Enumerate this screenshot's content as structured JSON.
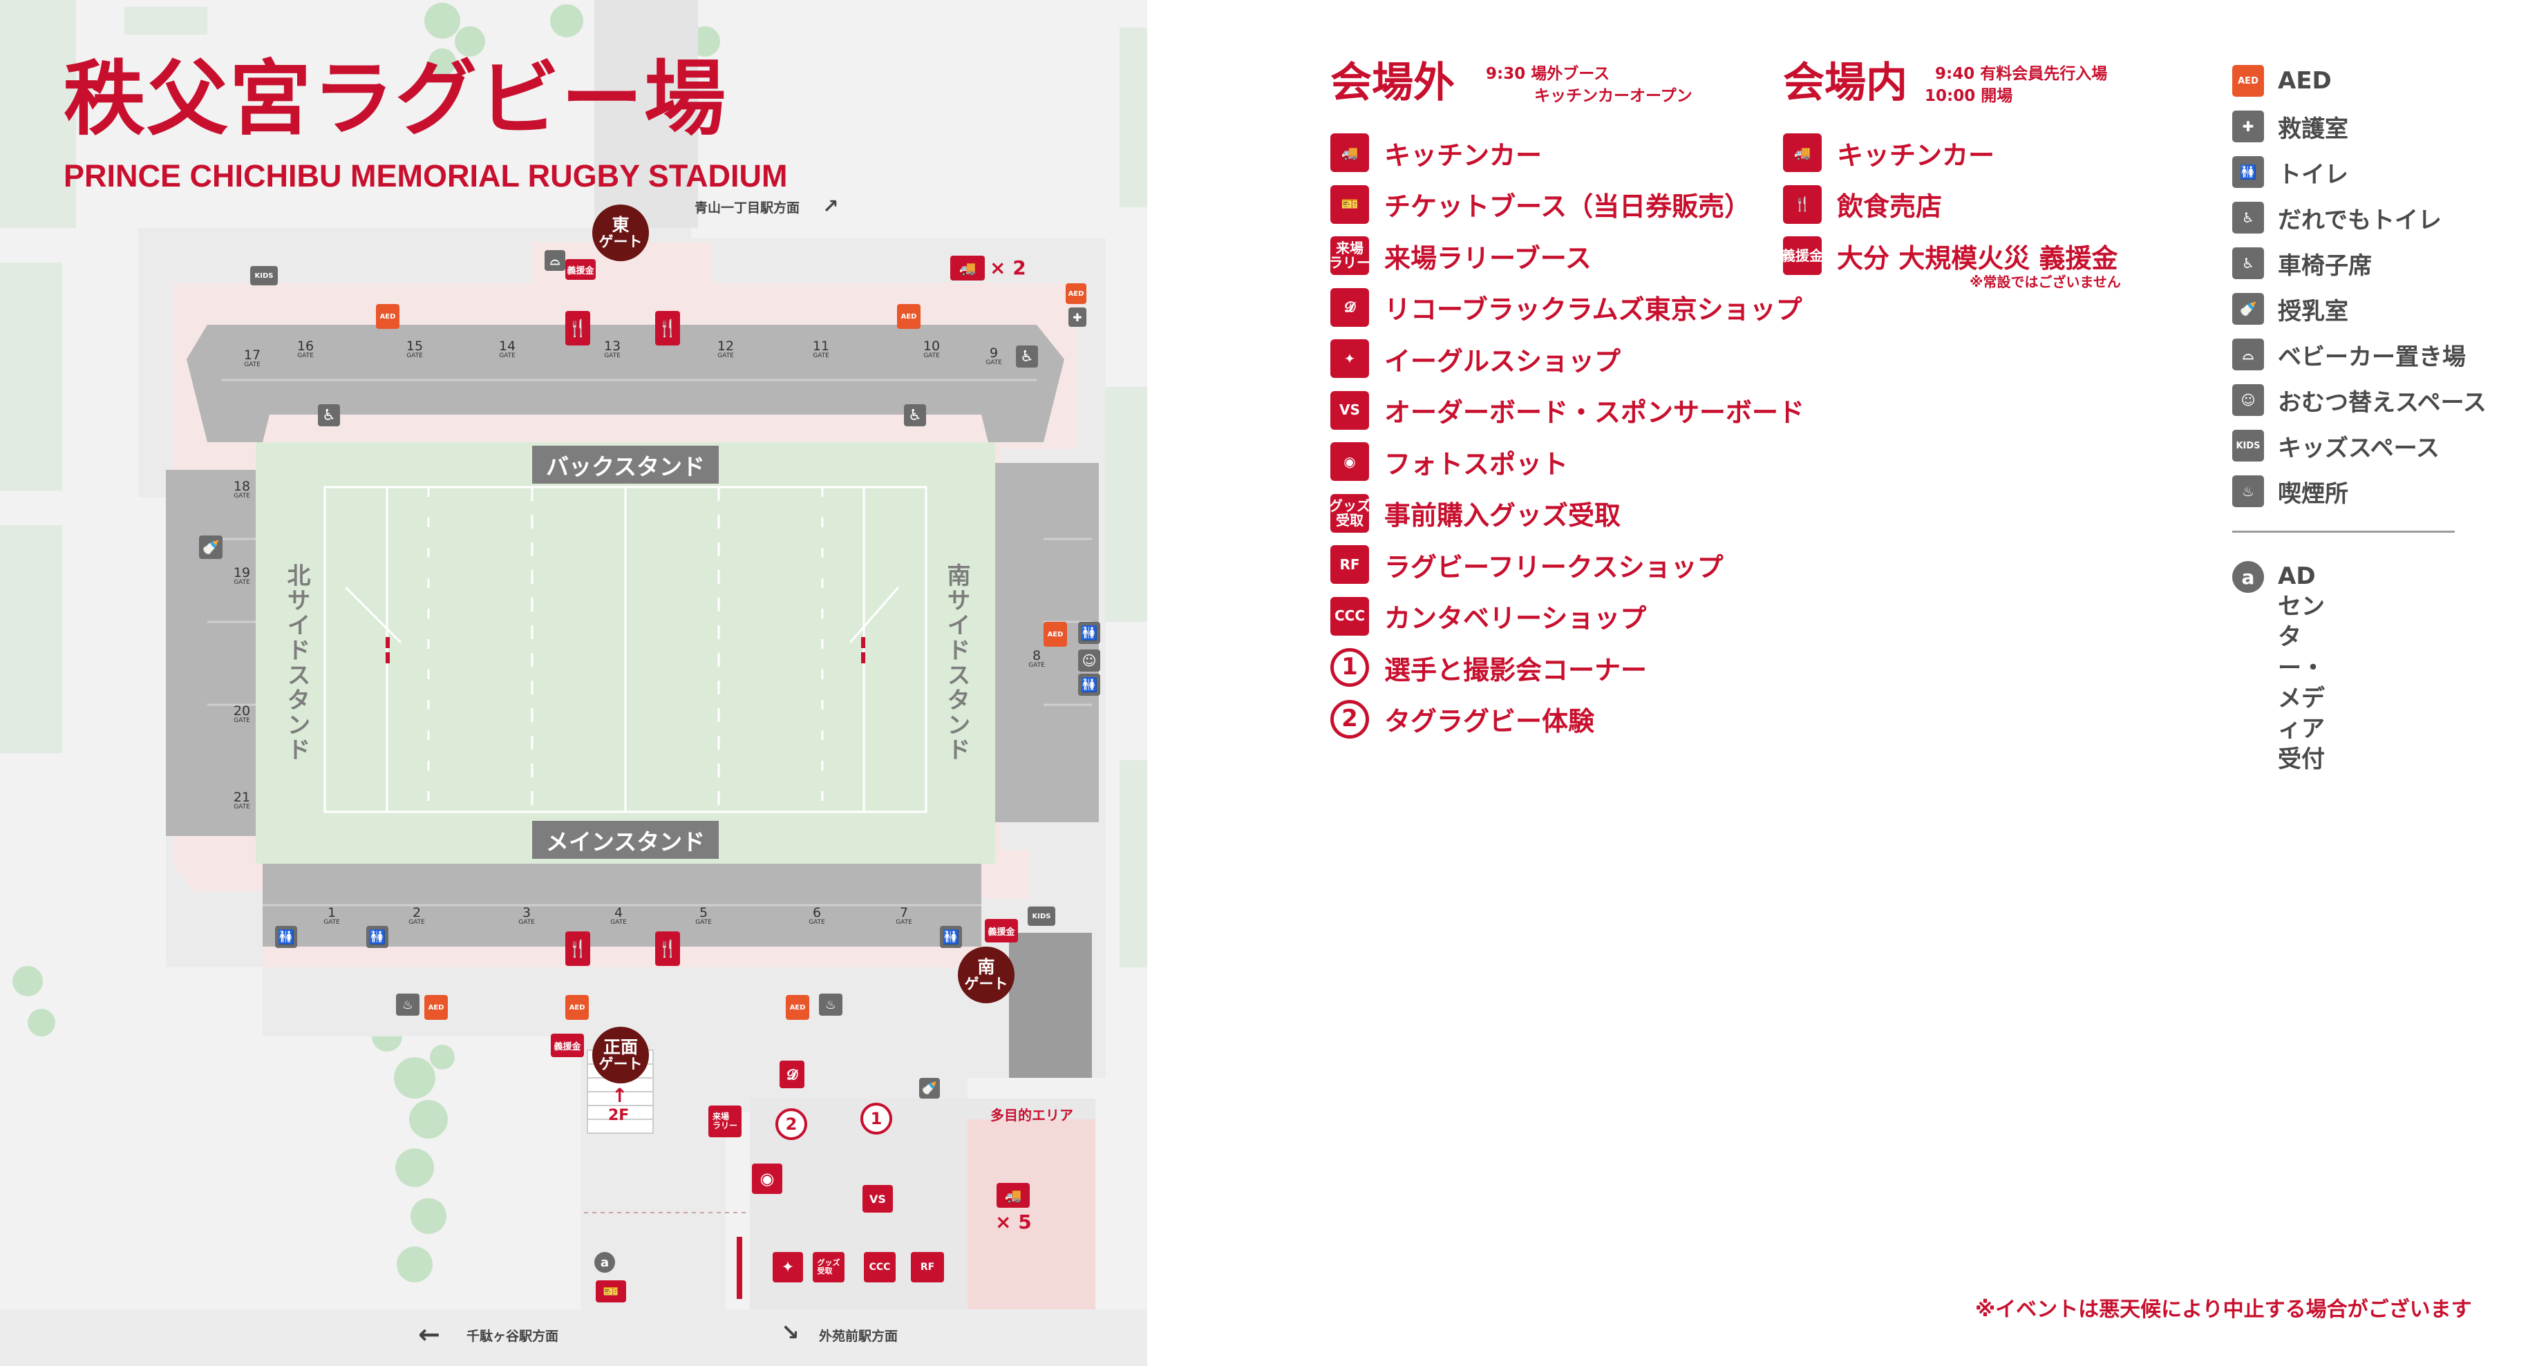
{
  "title": {
    "jp": "秩父宮ラグビー場",
    "en": "PRINCE CHICHIBU MEMORIAL RUGBY STADIUM"
  },
  "directions": {
    "aoyama": "青山一丁目駅方面",
    "sendagaya": "千駄ヶ谷駅方面",
    "gaien": "外苑前駅方面"
  },
  "stands": {
    "back": "バックスタンド",
    "main": "メインスタンド",
    "north": "北サイドスタンド",
    "south": "南サイドスタンド"
  },
  "gates": {
    "east": {
      "l1": "東",
      "l2": "ゲート"
    },
    "south": {
      "l1": "南",
      "l2": "ゲート"
    },
    "main": {
      "l1": "正面",
      "l2": "ゲート"
    },
    "numbers": [
      "1",
      "2",
      "3",
      "4",
      "5",
      "6",
      "7",
      "8",
      "9",
      "10",
      "11",
      "12",
      "13",
      "14",
      "15",
      "16",
      "17",
      "18",
      "19",
      "20",
      "21"
    ],
    "gate_word": "GATE"
  },
  "map_labels": {
    "kitchen_x2": "× 2",
    "kitchen_x5": "× 5",
    "multi_area": "多目的エリア",
    "floor_2f": "2F",
    "kids": "KIDS",
    "donation": "義援金",
    "rally": "来場\nラリー",
    "goods": "グッズ\n受取",
    "aed": "AED"
  },
  "outside": {
    "title": "会場外",
    "times": [
      "9:30  場外ブース",
      "キッチンカーオープン"
    ],
    "items": [
      {
        "icon": "kitchen-car-icon",
        "glyph": "🚚",
        "label": "キッチンカー"
      },
      {
        "icon": "ticket-icon",
        "glyph": "🎫",
        "label": "チケットブース（当日券販売）"
      },
      {
        "icon": "rally-icon",
        "glyph": "来場\nラリー",
        "label": "来場ラリーブース"
      },
      {
        "icon": "blacklams-icon",
        "glyph": "𝓓",
        "label": "リコーブラックラムズ東京ショップ"
      },
      {
        "icon": "eagles-icon",
        "glyph": "✦",
        "label": "イーグルスショップ"
      },
      {
        "icon": "vs-icon",
        "glyph": "VS",
        "label": "オーダーボード・スポンサーボード"
      },
      {
        "icon": "camera-icon",
        "glyph": "◉",
        "label": "フォトスポット"
      },
      {
        "icon": "goods-icon",
        "glyph": "グッズ\n受取",
        "label": "事前購入グッズ受取"
      },
      {
        "icon": "freaks-icon",
        "glyph": "RF",
        "label": "ラグビーフリークスショップ"
      },
      {
        "icon": "canterbury-icon",
        "glyph": "CCC",
        "label": "カンタベリーショップ"
      },
      {
        "icon": "circle-1-icon",
        "glyph": "1",
        "label": "選手と撮影会コーナー"
      },
      {
        "icon": "circle-2-icon",
        "glyph": "2",
        "label": "タグラグビー体験"
      }
    ]
  },
  "inside": {
    "title": "会場内",
    "times": [
      "9:40  有料会員先行入場",
      "10:00  開場"
    ],
    "items": [
      {
        "icon": "kitchen-car-icon",
        "glyph": "🚚",
        "label": "キッチンカー"
      },
      {
        "icon": "food-icon",
        "glyph": "🍴",
        "label": "飲食売店"
      },
      {
        "icon": "donation-icon",
        "glyph": "義援金",
        "label": "大分 大規模火災 義援金"
      }
    ],
    "note": "※常設ではございません"
  },
  "facilities": [
    {
      "icon": "aed-icon",
      "glyph": "AED",
      "label": "AED"
    },
    {
      "icon": "first-aid-icon",
      "glyph": "✚",
      "label": "救護室"
    },
    {
      "icon": "toilet-icon",
      "glyph": "🚻",
      "label": "トイレ"
    },
    {
      "icon": "accessible-toilet-icon",
      "glyph": "♿",
      "label": "だれでもトイレ"
    },
    {
      "icon": "wheelchair-icon",
      "glyph": "♿",
      "label": "車椅子席"
    },
    {
      "icon": "nursing-icon",
      "glyph": "🍼",
      "label": "授乳室"
    },
    {
      "icon": "stroller-icon",
      "glyph": "⌓",
      "label": "ベビーカー置き場"
    },
    {
      "icon": "diaper-icon",
      "glyph": "☺",
      "label": "おむつ替えスペース"
    },
    {
      "icon": "kids-icon",
      "glyph": "KIDS",
      "label": "キッズスペース"
    },
    {
      "icon": "smoking-icon",
      "glyph": "♨",
      "label": "喫煙所"
    }
  ],
  "ad_center": {
    "glyph": "a",
    "label_l1": "ADセンター・",
    "label_l2": "メディア受付"
  },
  "notice": "※イベントは悪天候により中止する場合がございます",
  "colors": {
    "brand_red": "#c8102e",
    "stand_gray": "#b5b5b5",
    "field_green": "#dcebd8",
    "concourse_pink": "#f7e6e6"
  }
}
